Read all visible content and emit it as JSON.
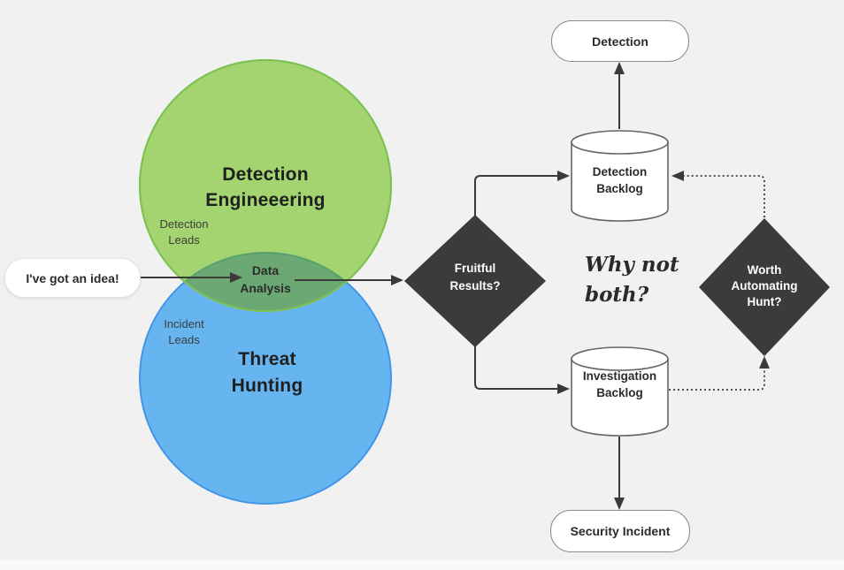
{
  "colors": {
    "background": "#f1f1f2",
    "green_fill": "#a3d470",
    "green_stroke": "#7dc253",
    "blue_fill": "#66b5f0",
    "blue_stroke": "#4197e6",
    "overlap_fill": "#6ba873",
    "diamond_fill": "#3b3b3b",
    "connector": "#3a3a3a",
    "node_fill": "#ffffff",
    "node_stroke": "#8b8b8b"
  },
  "venn": {
    "green": {
      "title_line1": "Detection",
      "title_line2": "Engineeering",
      "sub_line1": "Detection",
      "sub_line2": "Leads"
    },
    "blue": {
      "title_line1": "Threat",
      "title_line2": "Hunting",
      "sub_line1": "Incident",
      "sub_line2": "Leads"
    },
    "overlap": {
      "line1": "Data",
      "line2": "Analysis"
    }
  },
  "speech_bubble": {
    "text": "I've got an idea!"
  },
  "nodes": {
    "fruitful": {
      "line1": "Fruitful",
      "line2": "Results?"
    },
    "worth": {
      "line1": "Worth",
      "line2": "Automating",
      "line3": "Hunt?"
    },
    "detection_backlog": {
      "line1": "Detection",
      "line2": "Backlog"
    },
    "investigation_backlog": {
      "line1": "Investigation",
      "line2": "Backlog"
    },
    "detection": {
      "label": "Detection"
    },
    "security_incident": {
      "label": "Security Incident"
    }
  },
  "annotation": {
    "line1": "Why not",
    "line2": "both?"
  }
}
